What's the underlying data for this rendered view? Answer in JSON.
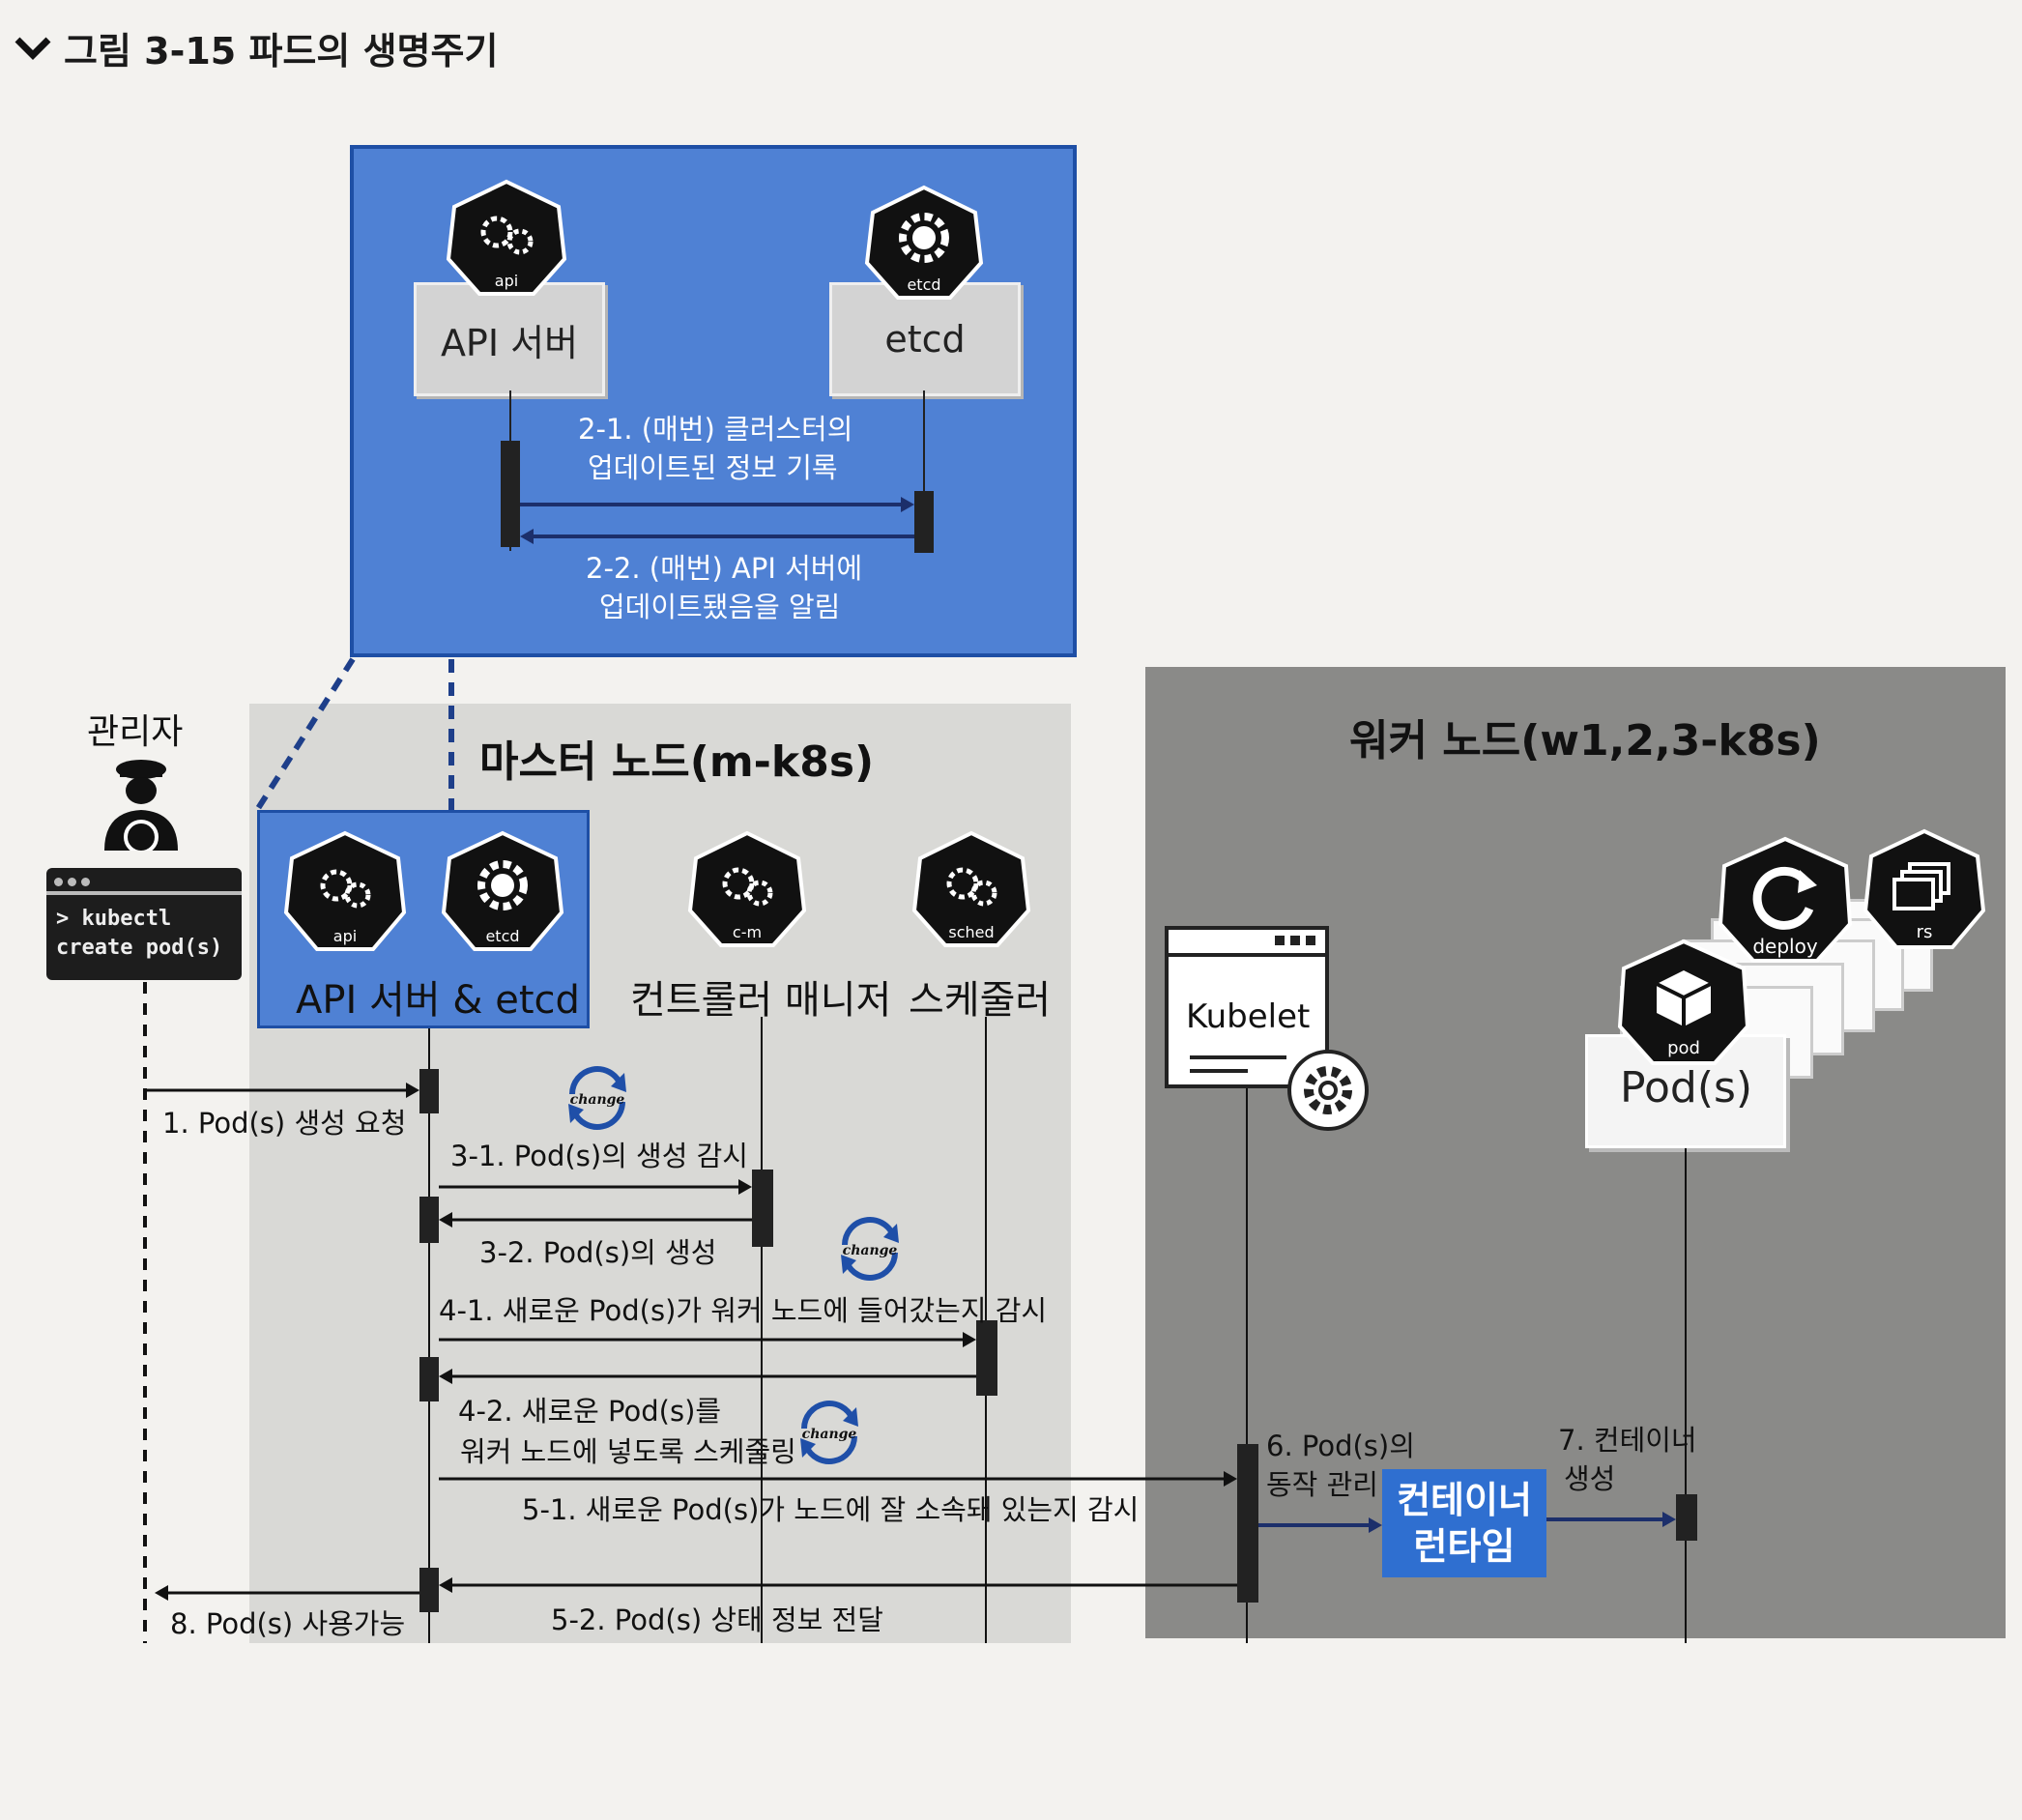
{
  "figure_title": "그림 3-15 파드의 생명주기",
  "top_box": {
    "api_label": "API 서버",
    "etcd_label": "etcd",
    "api_icon_text": "api",
    "etcd_icon_text": "etcd",
    "msg_2_1_line1": "2-1. (매번) 클러스터의",
    "msg_2_1_line2": "업데이트된 정보 기록",
    "msg_2_2_line1": "2-2. (매번) API 서버에",
    "msg_2_2_line2": "업데이트됐음을 알림"
  },
  "admin": {
    "label": "관리자",
    "cmd_line1": "> kubectl",
    "cmd_line2": "create pod(s)"
  },
  "master": {
    "title": "마스터 노드(m-k8s)",
    "api_etcd_label": "API 서버 & etcd",
    "controller_label": "컨트롤러 매니저",
    "scheduler_label": "스케줄러",
    "api_icon_text": "api",
    "etcd_icon_text": "etcd",
    "cm_icon_text": "c-m",
    "sched_icon_text": "sched"
  },
  "worker": {
    "title": "워커 노드(w1,2,3-k8s)",
    "kubelet_label": "Kubelet",
    "pod_label": "Pod(s)",
    "pod_icon_text": "pod",
    "deploy_icon_text": "deploy",
    "rs_icon_text": "rs",
    "runtime_line1": "컨테이너",
    "runtime_line2": "런타임"
  },
  "change_text": "change",
  "messages": {
    "m1": "1. Pod(s) 생성 요청",
    "m3_1": "3-1. Pod(s)의 생성 감시",
    "m3_2": "3-2. Pod(s)의 생성",
    "m4_1": "4-1. 새로운 Pod(s)가 워커 노드에 들어갔는지 감시",
    "m4_2_line1": "4-2. 새로운 Pod(s)를",
    "m4_2_line2": "워커 노드에 넣도록 스케줄링",
    "m5_1": "5-1. 새로운 Pod(s)가 노드에 잘 소속돼 있는지 감시",
    "m5_2": "5-2. Pod(s) 상태 정보 전달",
    "m6_line1": "6. Pod(s)의",
    "m6_line2": "동작 관리",
    "m7_line1": "7. 컨테이너",
    "m7_line2": "생성",
    "m8": "8. Pod(s) 사용가능"
  }
}
